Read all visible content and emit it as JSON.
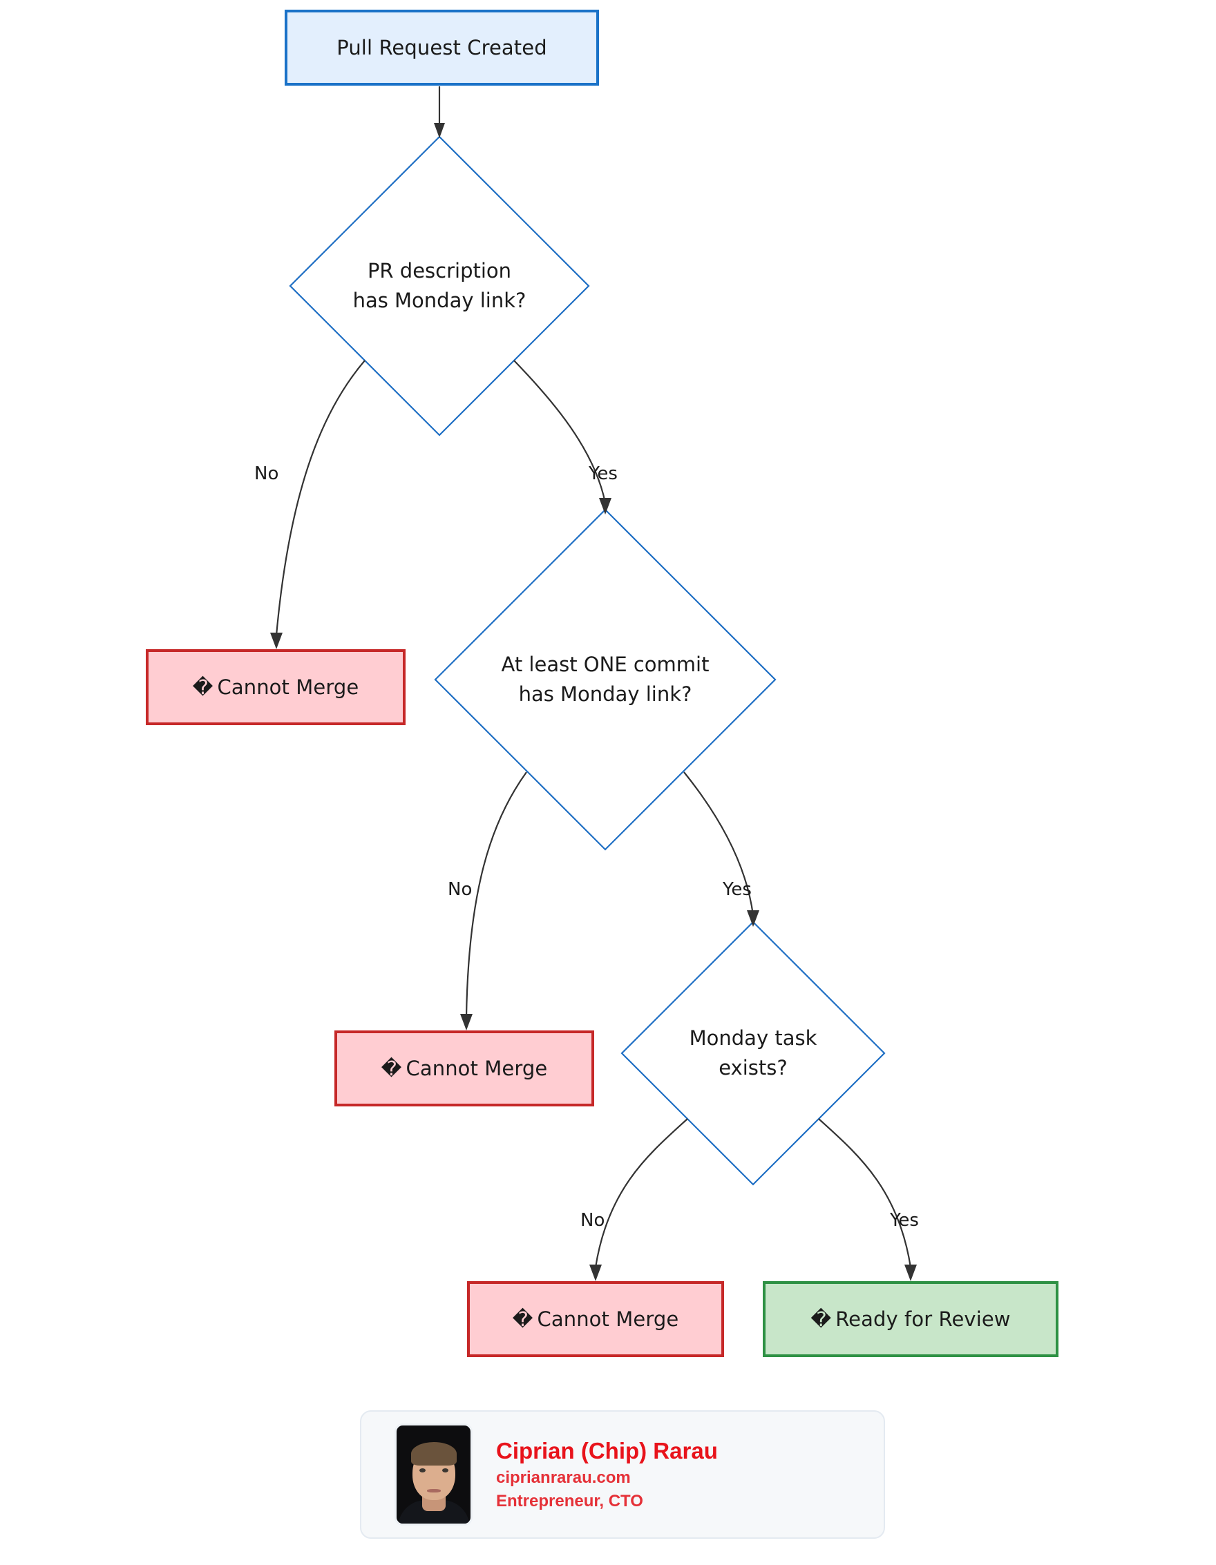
{
  "diagram": {
    "type": "flowchart",
    "orientation": "top-down",
    "title": "Pull Request merge eligibility flow",
    "colors": {
      "start_fill": "#e3effd",
      "start_border": "#1a72c8",
      "decision_border": "#1f6fc4",
      "decision_fill": "#ffffff",
      "fail_fill": "#ffcdd2",
      "fail_border": "#c62828",
      "success_fill": "#c8e6c9",
      "success_border": "#2e9144",
      "edge_stroke": "#333333",
      "text": "#1b1b1b"
    },
    "nodes": {
      "start": {
        "id": "start",
        "shape": "rectangle",
        "label": "Pull Request Created"
      },
      "decision_pr_description": {
        "id": "decision_pr_description",
        "shape": "diamond",
        "line1": "PR description",
        "line2": "has Monday link?"
      },
      "decision_commit": {
        "id": "decision_commit",
        "shape": "diamond",
        "line1": "At least ONE commit",
        "line2": "has Monday link?"
      },
      "decision_task": {
        "id": "decision_task",
        "shape": "diamond",
        "line1": "Monday task",
        "line2": "exists?"
      },
      "fail_1": {
        "id": "fail_1",
        "shape": "rectangle",
        "icon": "cross-mark-icon",
        "icon_glyph": "�",
        "label": "Cannot Merge"
      },
      "fail_2": {
        "id": "fail_2",
        "shape": "rectangle",
        "icon": "cross-mark-icon",
        "icon_glyph": "�",
        "label": "Cannot Merge"
      },
      "fail_3": {
        "id": "fail_3",
        "shape": "rectangle",
        "icon": "cross-mark-icon",
        "icon_glyph": "�",
        "label": "Cannot Merge"
      },
      "success": {
        "id": "success",
        "shape": "rectangle",
        "icon": "check-mark-icon",
        "icon_glyph": "�",
        "label": "Ready for Review"
      }
    },
    "edges": [
      {
        "from": "start",
        "to": "decision_pr_description",
        "label": ""
      },
      {
        "from": "decision_pr_description",
        "to": "fail_1",
        "label": "No"
      },
      {
        "from": "decision_pr_description",
        "to": "decision_commit",
        "label": "Yes"
      },
      {
        "from": "decision_commit",
        "to": "fail_2",
        "label": "No"
      },
      {
        "from": "decision_commit",
        "to": "decision_task",
        "label": "Yes"
      },
      {
        "from": "decision_task",
        "to": "fail_3",
        "label": "No"
      },
      {
        "from": "decision_task",
        "to": "success",
        "label": "Yes"
      }
    ],
    "edge_labels": {
      "d1_no": "No",
      "d1_yes": "Yes",
      "d2_no": "No",
      "d2_yes": "Yes",
      "d3_no": "No",
      "d3_yes": "Yes"
    }
  },
  "author_card": {
    "name": "Ciprian (Chip) Rarau",
    "website": "ciprianrarau.com",
    "role": "Entrepreneur, CTO",
    "avatar_alt": "portrait photo"
  }
}
